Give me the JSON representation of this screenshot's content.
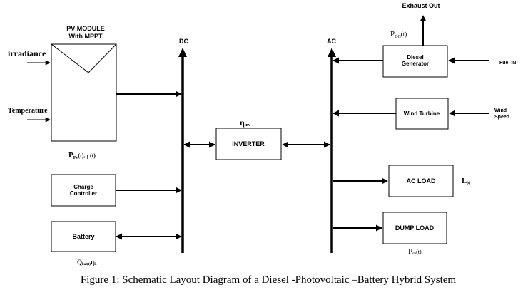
{
  "pv_module": {
    "title_line1": "PV MODULE",
    "title_line2": "With MPPT",
    "input_irradiance": "irradiance",
    "input_temperature": "Temperature",
    "output_main": "P",
    "output_sub": "Pv",
    "output_tail": "(t),η (t)"
  },
  "charge_controller": {
    "line1": "Charge",
    "line2": "Controller"
  },
  "battery": {
    "label": "Battery",
    "param_main": "Q",
    "param_sub": "bat(t)",
    "param_eta": "η",
    "param_eta_sub": "B"
  },
  "dc_bus": {
    "label": "DC"
  },
  "ac_bus": {
    "label": "AC"
  },
  "inverter": {
    "label": "INVERTER",
    "eta": "η",
    "eta_sub": "inv"
  },
  "diesel": {
    "line1": "Diesel",
    "line2": "Generator",
    "exhaust": "Exhaust Out",
    "power_main": "P",
    "power_sub": "DG",
    "power_tail": "(t)",
    "fuel": "Fuel IN"
  },
  "wind_turbine": {
    "label": "Wind Turbine",
    "input_line1": "Wind",
    "input_line2": "Speed"
  },
  "ac_load": {
    "label": "AC LOAD",
    "param_main": "L",
    "param_sub": "(t)"
  },
  "dump_load": {
    "label": "DUMP LOAD",
    "param_main": "P",
    "param_sub": "du",
    "param_tail": "(t)"
  },
  "caption": "Figure 1: Schematic Layout Diagram of a Diesel -Photovoltaic –Battery Hybrid System"
}
